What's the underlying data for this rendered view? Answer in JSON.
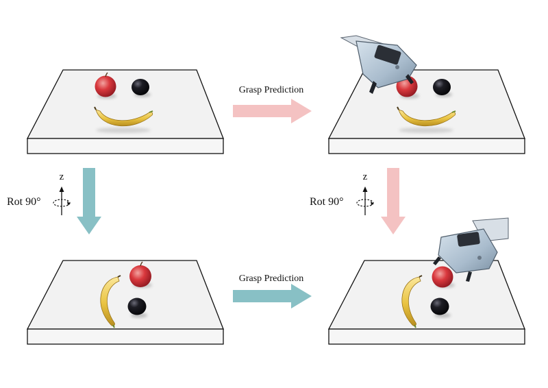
{
  "labels": {
    "grasp_prediction_top": "Grasp Prediction",
    "grasp_prediction_bottom": "Grasp Prediction",
    "rot_left": "Rot 90°",
    "rot_right": "Rot 90°",
    "axis_left": "z",
    "axis_right": "z"
  },
  "colors": {
    "pink_arrow": "#f4c2c2",
    "teal_arrow": "#88c0c5",
    "table_top": "#f2f2f2",
    "table_edge": "#111111",
    "apple": "#c8242f",
    "plum": "#121217",
    "banana": "#e8c94a",
    "gripper": "#b5c8d8"
  },
  "icons": [
    "rotation-icon",
    "apple-icon",
    "plum-icon",
    "banana-icon",
    "gripper-icon"
  ]
}
